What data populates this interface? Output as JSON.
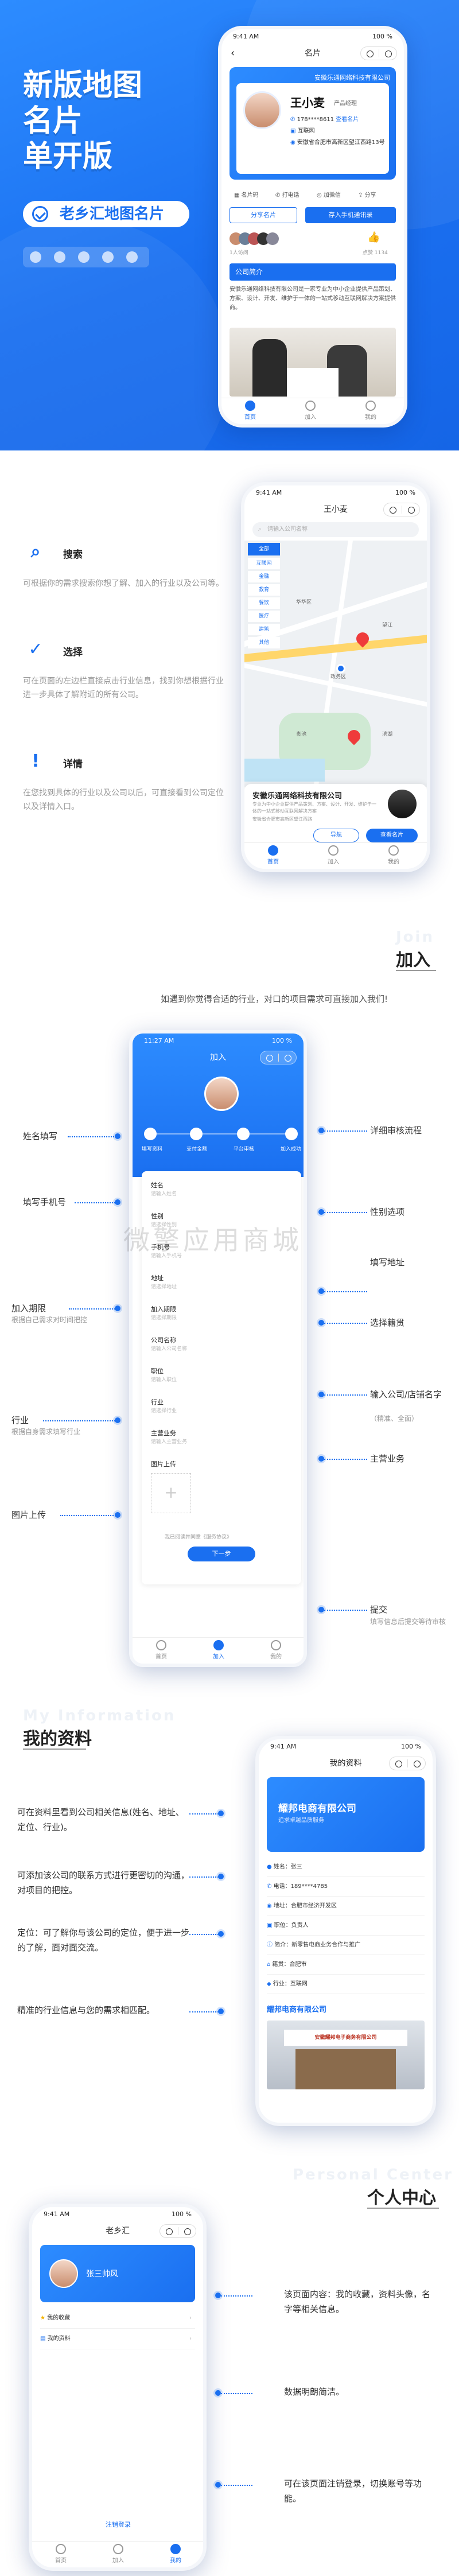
{
  "hero": {
    "title_l1": "新版地图",
    "title_l2": "名片",
    "title_l3": "单开版",
    "pill": "老乡汇地图名片"
  },
  "card_phone": {
    "time": "9:41 AM",
    "battery": "100 %",
    "nav_title": "名片",
    "company": "安徽乐通网络科技有限公司",
    "name": "王小麦",
    "position": "产品经理",
    "phone": "178****8611",
    "tag": "查看名片",
    "industry": "互联网",
    "address": "安徽省合肥市高新区望江西路13号",
    "actions": [
      "名片码",
      "打电话",
      "加微信",
      "分享"
    ],
    "share_btn": "分享名片",
    "save_btn": "存入手机通讯录",
    "visitors_text": "1人访问",
    "likes_label": "点赞",
    "likes_count": "1134",
    "intro_title": "公司简介",
    "intro_text": "安徽乐通网络科技有限公司是一家专业为中小企业提供产品策划、方案、设计、开发、维护于一体的一站式移动互联网解决方案提供商。",
    "tabs": [
      "首页",
      "加入",
      "我的"
    ]
  },
  "features": [
    {
      "icon": "search-icon",
      "title": "搜索",
      "desc": "可根据你的需求搜索你想了解、加入的行业以及公司等。"
    },
    {
      "icon": "check-icon",
      "title": "选择",
      "desc": "可在页面的左边栏直接点击行业信息，找到你想根据行业进一步具体了解附近的所有公司。"
    },
    {
      "icon": "exclaim-icon",
      "title": "详情",
      "desc": "在您找到具体的行业以及公司以后，可直接看到公司定位以及详情入口。"
    }
  ],
  "map_phone": {
    "time": "9:41 AM",
    "battery": "100 %",
    "name": "王小麦",
    "search": "请输入公司名称",
    "chips": [
      "全部",
      "互联网",
      "金融",
      "教育",
      "餐饮",
      "医疗",
      "建筑",
      "其他"
    ],
    "labels": [
      "望江",
      "华华区",
      "政务区",
      "贵池",
      "滨湖"
    ],
    "company": "安徽乐通网络科技有限公司",
    "company_desc": "专业为中小企业提供产品策划、方案、设计、开发、维护于一体的一站式移动互联网解决方案",
    "company_addr": "安徽省合肥市高新区望江西路",
    "btn_nav": "导航",
    "btn_card": "查看名片",
    "tabs": [
      "首页",
      "加入",
      "我的"
    ]
  },
  "join": {
    "en": "Join",
    "cn": "加入",
    "desc": "如遇到你觉得合适的行业，对口的项目需求可直接加入我们!",
    "phone_time": "11:27 AM",
    "phone_batt": "100 %",
    "nav_title": "加入",
    "steps": [
      "填写资料",
      "支付金额",
      "平台审核",
      "加入成功"
    ],
    "fields": [
      {
        "t": "姓名",
        "p": "请输入姓名"
      },
      {
        "t": "性别",
        "p": "请选择性别"
      },
      {
        "t": "手机号",
        "p": "请输入手机号"
      },
      {
        "t": "地址",
        "p": "请选择地址"
      },
      {
        "t": "加入期限",
        "p": "请选择期限"
      },
      {
        "t": "公司名称",
        "p": "请输入公司名称"
      },
      {
        "t": "职位",
        "p": "请输入职位"
      },
      {
        "t": "行业",
        "p": "请选择行业"
      },
      {
        "t": "主营业务",
        "p": "请输入主营业务"
      },
      {
        "t": "图片上传",
        "p": ""
      }
    ],
    "agree": "我已阅读并同意《服务协议》",
    "next_btn": "下一步",
    "tabs": [
      "首页",
      "加入",
      "我的"
    ],
    "left": [
      {
        "t": "姓名填写",
        "s": ""
      },
      {
        "t": "填写手机号",
        "s": ""
      },
      {
        "t": "加入期限",
        "s": "根据自己需求对时间把控"
      },
      {
        "t": "行业",
        "s": "根据自身需求填写行业"
      },
      {
        "t": "图片上传",
        "s": ""
      }
    ],
    "right": [
      {
        "t": "详细审核流程",
        "s": ""
      },
      {
        "t": "性别选项",
        "s": ""
      },
      {
        "t": "填写地址",
        "s": ""
      },
      {
        "t": "选择籍贯",
        "s": ""
      },
      {
        "t": "输入公司/店铺名字",
        "s": "（精准、全面）"
      },
      {
        "t": "主营业务",
        "s": ""
      },
      {
        "t": "提交",
        "s": "填写信息后提交等待审核"
      }
    ]
  },
  "watermark": "微擎应用商城",
  "mine": {
    "en": "My Information",
    "cn": "我的资料",
    "phone_time": "9:41 AM",
    "phone_batt": "100 %",
    "nav_title": "我的资料",
    "banner_company": "耀邦电商有限公司",
    "banner_sub": "追求卓越品质服务",
    "rows": [
      "姓名：张三",
      "电话：189****4785",
      "地址：合肥市经济开发区",
      "职位：负责人",
      "简介：新零售电商业务合作与推广",
      "籍贯：合肥市",
      "行业：互联网"
    ],
    "company_title": "耀邦电商有限公司",
    "door_text": "安徽耀邦电子商务有限公司",
    "points": [
      "可在资料里看到公司相关信息(姓名、地址、定位、行业)。",
      "可添加该公司的联系方式进行更密切的沟通，对项目的把控。",
      "定位：可了解你与该公司的定位，便于进一步的了解，面对面交流。",
      "精准的行业信息与您的需求相匹配。"
    ]
  },
  "center": {
    "en": "Personal Center",
    "cn": "个人中心",
    "phone_time": "9:41 AM",
    "phone_batt": "100 %",
    "nav_title": "老乡汇",
    "user": "张三帅风",
    "menu": [
      "我的收藏",
      "我的资料"
    ],
    "logout": "注销登录",
    "tabs": [
      "首页",
      "加入",
      "我的"
    ],
    "points": [
      "该页面内容：我的收藏，资料头像，名字等相关信息。",
      "数据明朗简洁。",
      "可在该页面注销登录，切换账号等功能。"
    ]
  }
}
